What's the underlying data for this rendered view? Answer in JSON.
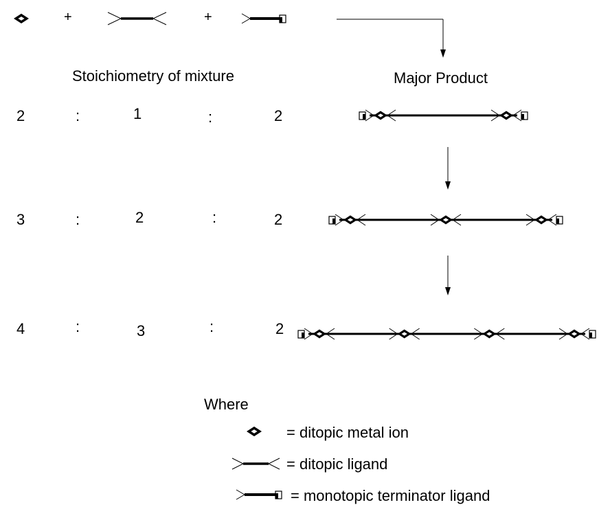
{
  "reactants": {
    "plus": "+"
  },
  "headings": {
    "stoichiometry": "Stoichiometry of mixture",
    "major_product": "Major Product"
  },
  "rows": [
    {
      "a": "2",
      "sep1": ":",
      "b": "1",
      "sep2": ":",
      "c": "2",
      "metal_count": 2
    },
    {
      "a": "3",
      "sep1": ":",
      "b": "2",
      "sep2": ":",
      "c": "2",
      "metal_count": 3
    },
    {
      "a": "4",
      "sep1": ":",
      "b": "3",
      "sep2": ":",
      "c": "2",
      "metal_count": 4
    }
  ],
  "legend": {
    "where": "Where",
    "metal": "= ditopic metal ion",
    "ditopic": "= ditopic ligand",
    "terminator": "= monotopic terminator ligand"
  }
}
